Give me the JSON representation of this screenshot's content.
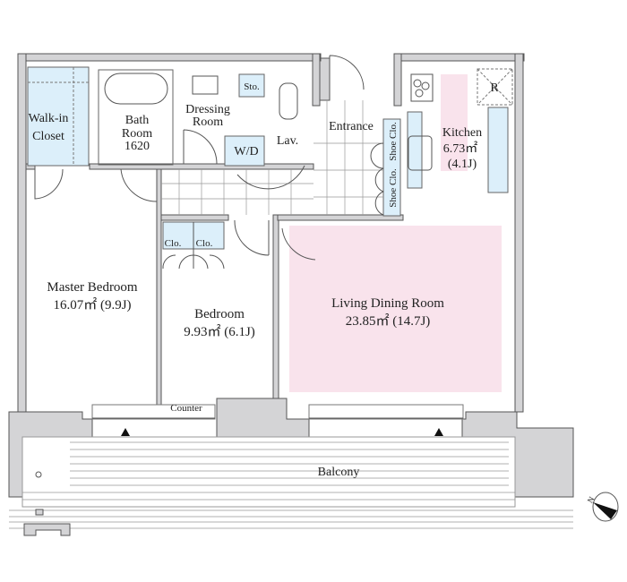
{
  "rooms": {
    "walk_in_closet": [
      "Walk-in",
      "Closet"
    ],
    "bath_room": [
      "Bath",
      "Room",
      "1620"
    ],
    "dressing_room": [
      "Dressing",
      "Room"
    ],
    "storage": "Sto.",
    "washer_dryer": "W/D",
    "lavatory": "Lav.",
    "entrance": "Entrance",
    "shoe_closets": [
      "Shoe Clo.",
      "Shoe Clo."
    ],
    "kitchen": {
      "name": "Kitchen",
      "area": "6.73㎡",
      "jo": "(4.1J)"
    },
    "refrigerator": "R",
    "closets": [
      "Clo.",
      "Clo."
    ],
    "master_bedroom": {
      "name": "Master Bedroom",
      "area": "16.07㎡ (9.9J)"
    },
    "bedroom": {
      "name": "Bedroom",
      "area": "9.93㎡ (6.1J)"
    },
    "living_dining": {
      "name": "Living Dining Room",
      "area": "23.85㎡ (14.7J)"
    },
    "counter": "Counter",
    "balcony": "Balcony"
  },
  "compass": {
    "label": "N"
  },
  "colors": {
    "wall": "#d4d4d6",
    "storage": "#dceffa",
    "highlight": "#f9e3ec"
  }
}
